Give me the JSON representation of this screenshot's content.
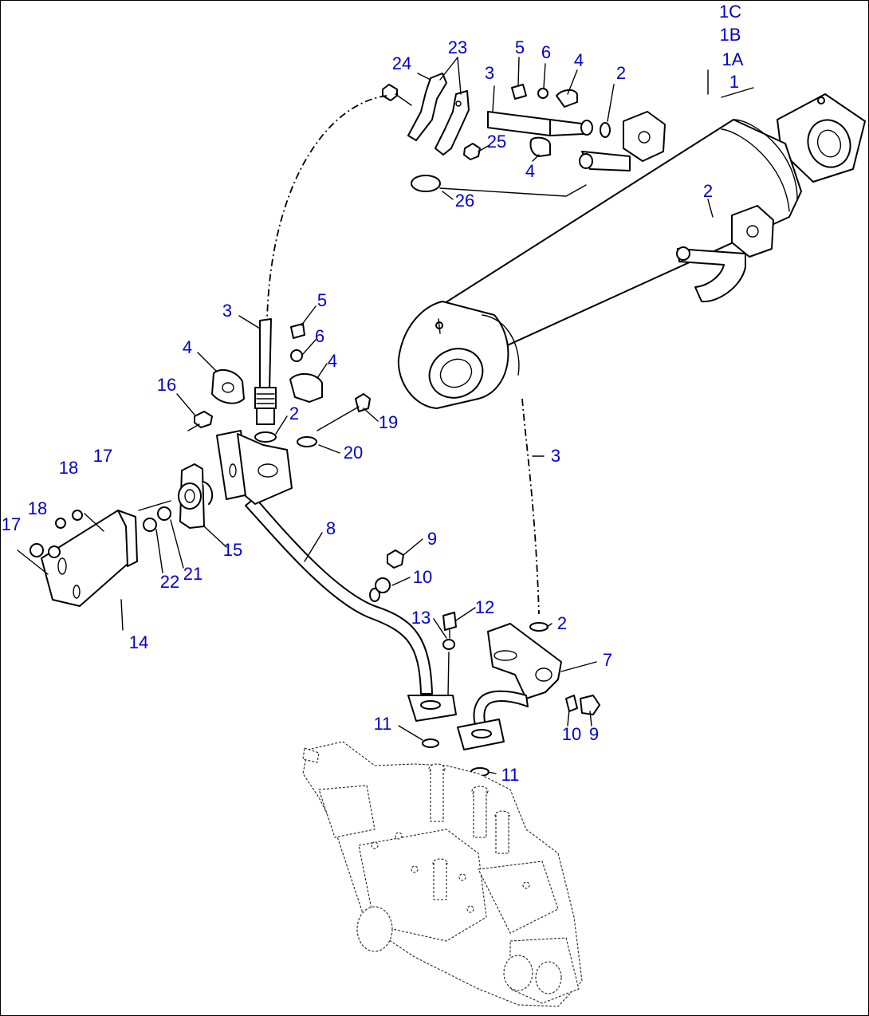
{
  "callouts": {
    "c1C": "1C",
    "c1B": "1B",
    "c1A": "1A",
    "c1": "1",
    "c24": "24",
    "c23": "23",
    "c5a": "5",
    "c6a": "6",
    "c3a": "3",
    "c4a": "4",
    "c2a": "2",
    "c25": "25",
    "c4b": "4",
    "c26": "26",
    "c2b": "2",
    "c3b": "3",
    "c5b": "5",
    "c6b": "6",
    "c4c": "4",
    "c4d": "4",
    "c16": "16",
    "c2c": "2",
    "c19": "19",
    "c20": "20",
    "c18a": "18",
    "c17a": "17",
    "c18b": "18",
    "c17b": "17",
    "c22": "22",
    "c21": "21",
    "c15": "15",
    "c14": "14",
    "c8": "8",
    "c3c": "3",
    "c9a": "9",
    "c10a": "10",
    "c13": "13",
    "c12": "12",
    "c2d": "2",
    "c7": "7",
    "c11a": "11",
    "c11b": "11",
    "c10b": "10",
    "c9b": "9"
  },
  "colors": {
    "callout": "#0000c8",
    "line": "#000000",
    "background": "#ffffff"
  }
}
